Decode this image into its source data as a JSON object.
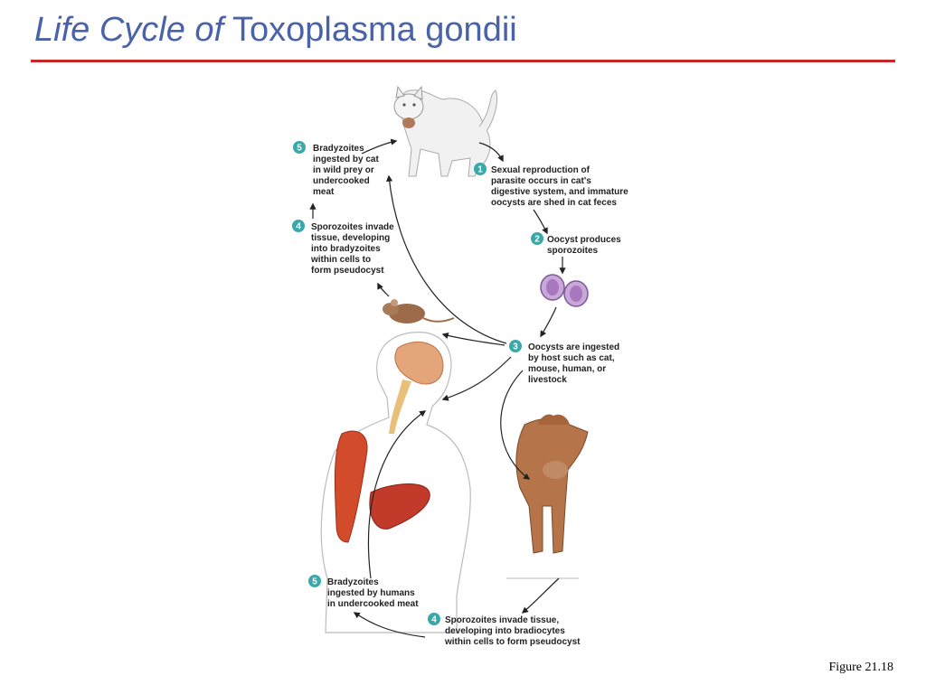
{
  "slide": {
    "title_italic": "Life Cycle of",
    "title_plain": "Toxoplasma gondii",
    "figure_label": "Figure 21.18"
  },
  "steps": [
    {
      "num": "1",
      "lines": [
        "Sexual reproduction of",
        "parasite occurs in cat's",
        "digestive system, and immature",
        "oocysts are shed in cat feces"
      ]
    },
    {
      "num": "2",
      "lines": [
        "Oocyst produces",
        "sporozoites"
      ]
    },
    {
      "num": "3",
      "lines": [
        "Oocysts are ingested",
        "by host such as cat,",
        "mouse, human, or",
        "livestock"
      ]
    },
    {
      "num": "4",
      "lines": [
        "Sporozoites invade",
        "tissue, developing",
        "into bradyzoites",
        "within cells to",
        "form pseudocyst"
      ]
    },
    {
      "num": "5",
      "lines": [
        "Bradyzoites",
        "ingested by cat",
        "in wild prey or",
        "undercooked",
        "meat"
      ]
    },
    {
      "num": "4",
      "lines": [
        "Sporozoites invade tissue,",
        "developing into bradiocytes",
        "within cells to form pseudocyst"
      ]
    },
    {
      "num": "5",
      "lines": [
        "Bradyzoites",
        "ingested by humans",
        "in undercooked meat"
      ]
    }
  ],
  "colors": {
    "title": "#4a63a8",
    "rule": "#c62828",
    "badge": "#3aa8a8",
    "arrow": "#222222"
  }
}
